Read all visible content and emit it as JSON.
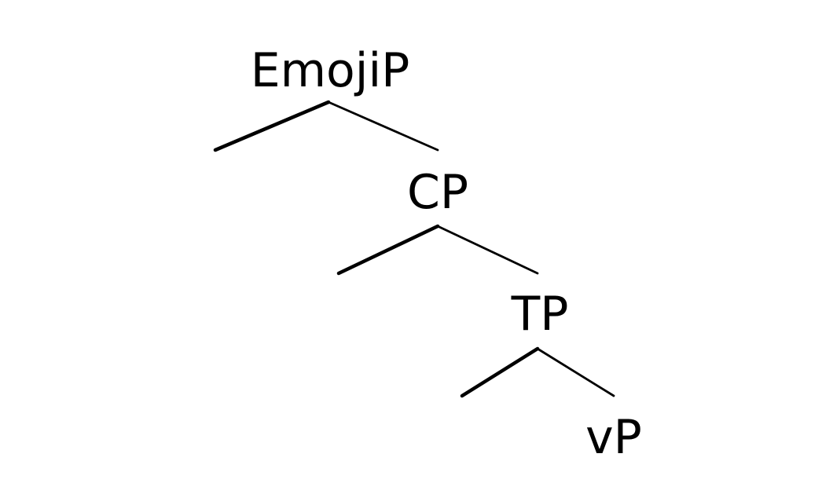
{
  "diagram": {
    "type": "syntax-tree",
    "nodes": [
      {
        "id": "emojip",
        "label": "EmojiP"
      },
      {
        "id": "cp",
        "label": "CP"
      },
      {
        "id": "tp",
        "label": "TP"
      },
      {
        "id": "vp",
        "label": "vP"
      }
    ],
    "edges": [
      {
        "from": "emojip",
        "to": "emojip-spec",
        "side": "left"
      },
      {
        "from": "emojip",
        "to": "cp",
        "side": "right"
      },
      {
        "from": "cp",
        "to": "cp-spec",
        "side": "left"
      },
      {
        "from": "cp",
        "to": "tp",
        "side": "right"
      },
      {
        "from": "tp",
        "to": "tp-spec",
        "side": "left"
      },
      {
        "from": "tp",
        "to": "vp",
        "side": "right"
      }
    ]
  }
}
